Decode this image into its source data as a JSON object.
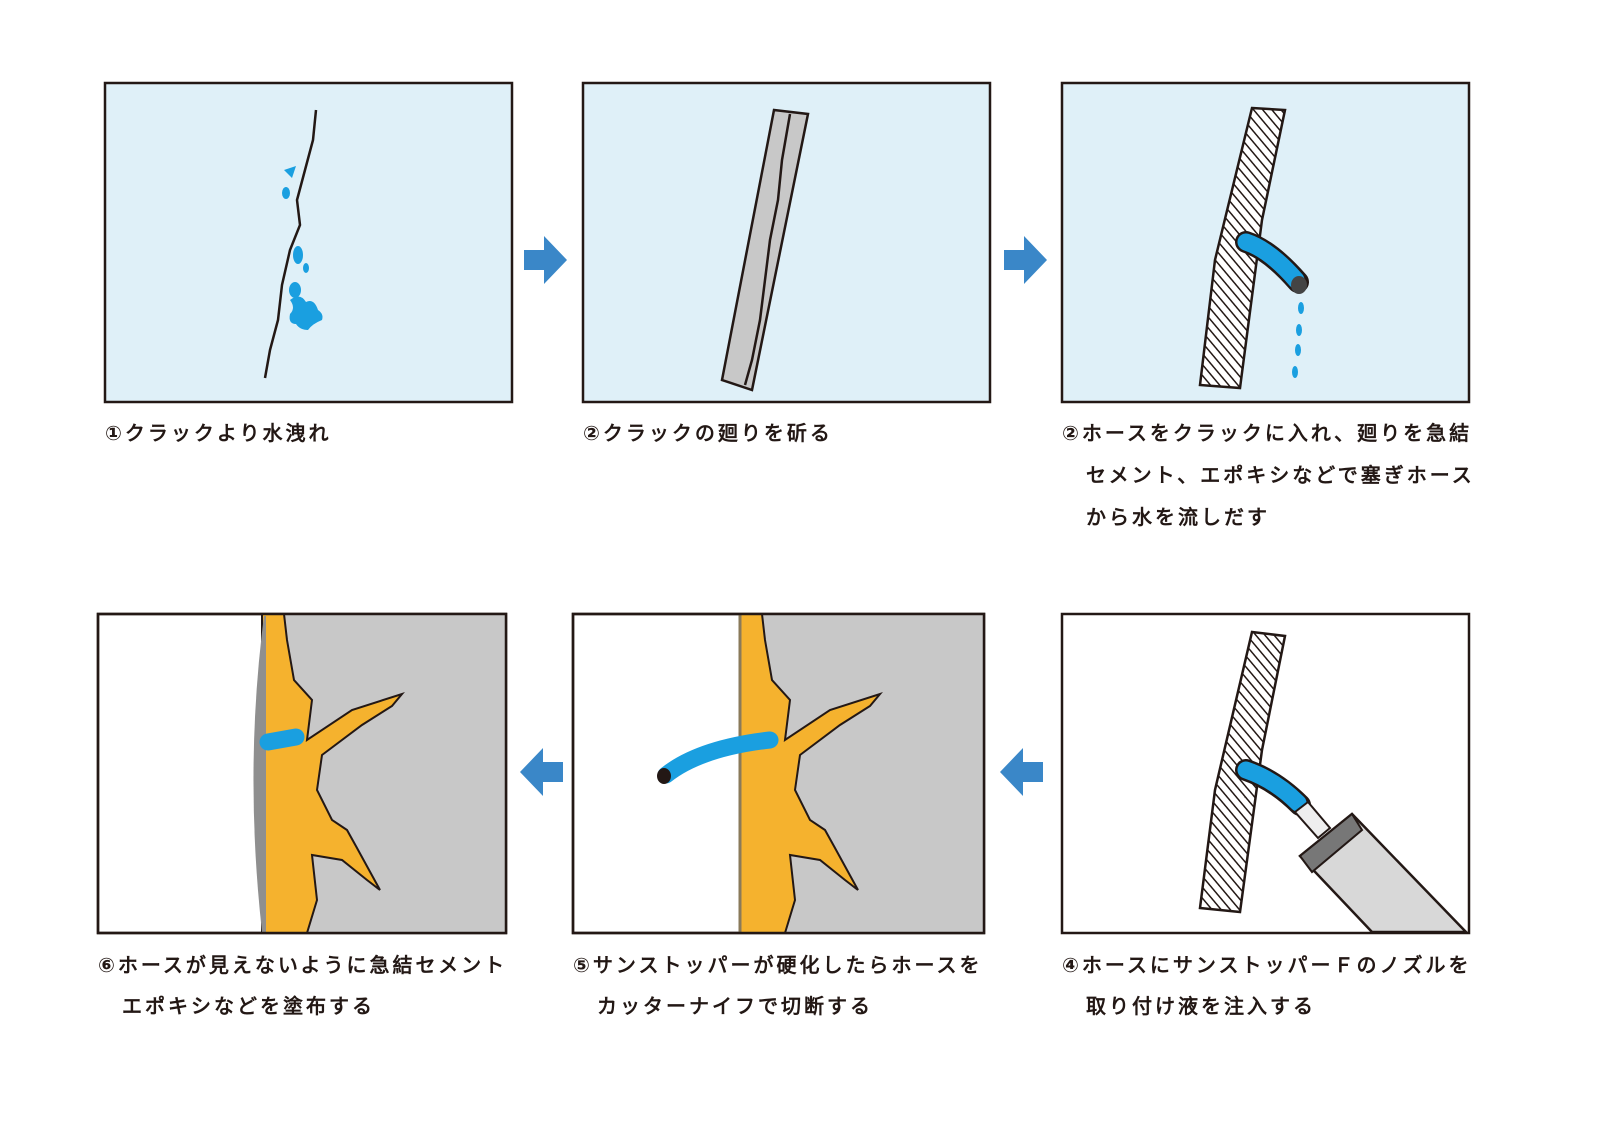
{
  "colors": {
    "panel_bg": "#dff0f8",
    "water": "#1a9fe0",
    "arrow": "#3a87c8",
    "sealant": "#f5b22e",
    "concrete": "#c8c8c8"
  },
  "steps": [
    {
      "lines": [
        "①クラックより水洩れ"
      ]
    },
    {
      "lines": [
        "②クラックの廻りを斫る"
      ]
    },
    {
      "lines": [
        "②ホースをクラックに入れ、廻りを急結",
        "セメント、エポキシなどで塞ぎホース",
        "から水を流しだす"
      ]
    },
    {
      "lines": [
        "④ホースにサンストッパーＦのノズルを",
        "取り付け液を注入する"
      ]
    },
    {
      "lines": [
        "⑤サンストッパーが硬化したらホースを",
        "カッターナイフで切断する"
      ]
    },
    {
      "lines": [
        "⑥ホースが見えないように急結セメント",
        "エポキシなどを塗布する"
      ]
    }
  ]
}
